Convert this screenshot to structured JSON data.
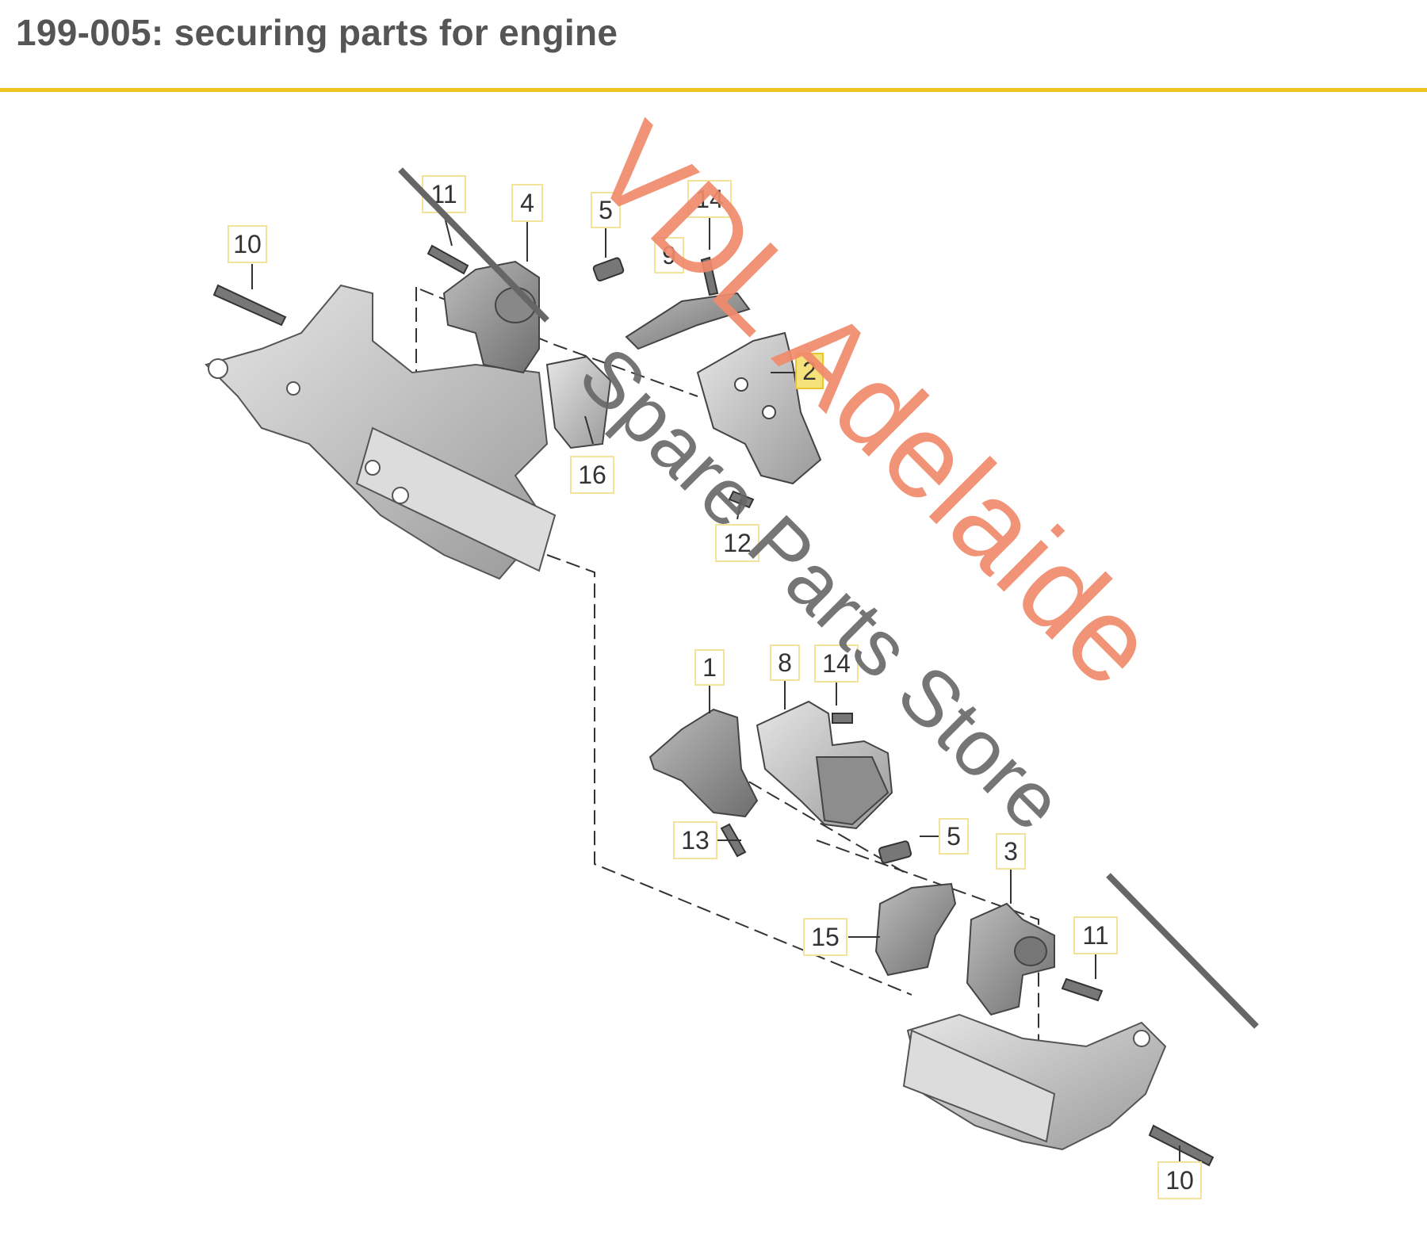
{
  "header": {
    "title": "199-005: securing parts for engine"
  },
  "colors": {
    "accent_rule": "#f0c31e",
    "callout_highlight": "#f6e27a",
    "watermark_orange": "#f08a6a",
    "watermark_gray": "#666666"
  },
  "diagram": {
    "callouts": [
      {
        "id": "c10a",
        "label": "10"
      },
      {
        "id": "c11a",
        "label": "11"
      },
      {
        "id": "c4",
        "label": "4"
      },
      {
        "id": "c5a",
        "label": "5"
      },
      {
        "id": "c9",
        "label": "9"
      },
      {
        "id": "c14a",
        "label": "14"
      },
      {
        "id": "c2",
        "label": "2",
        "highlighted": true
      },
      {
        "id": "c16",
        "label": "16"
      },
      {
        "id": "c12",
        "label": "12"
      },
      {
        "id": "c1",
        "label": "1"
      },
      {
        "id": "c8",
        "label": "8"
      },
      {
        "id": "c14b",
        "label": "14"
      },
      {
        "id": "c13",
        "label": "13"
      },
      {
        "id": "c5b",
        "label": "5"
      },
      {
        "id": "c3",
        "label": "3"
      },
      {
        "id": "c15",
        "label": "15"
      },
      {
        "id": "c11b",
        "label": "11"
      },
      {
        "id": "c10b",
        "label": "10"
      }
    ]
  },
  "watermark": {
    "line1": "VDL Adelaide",
    "line2": "Spare Parts Store"
  }
}
